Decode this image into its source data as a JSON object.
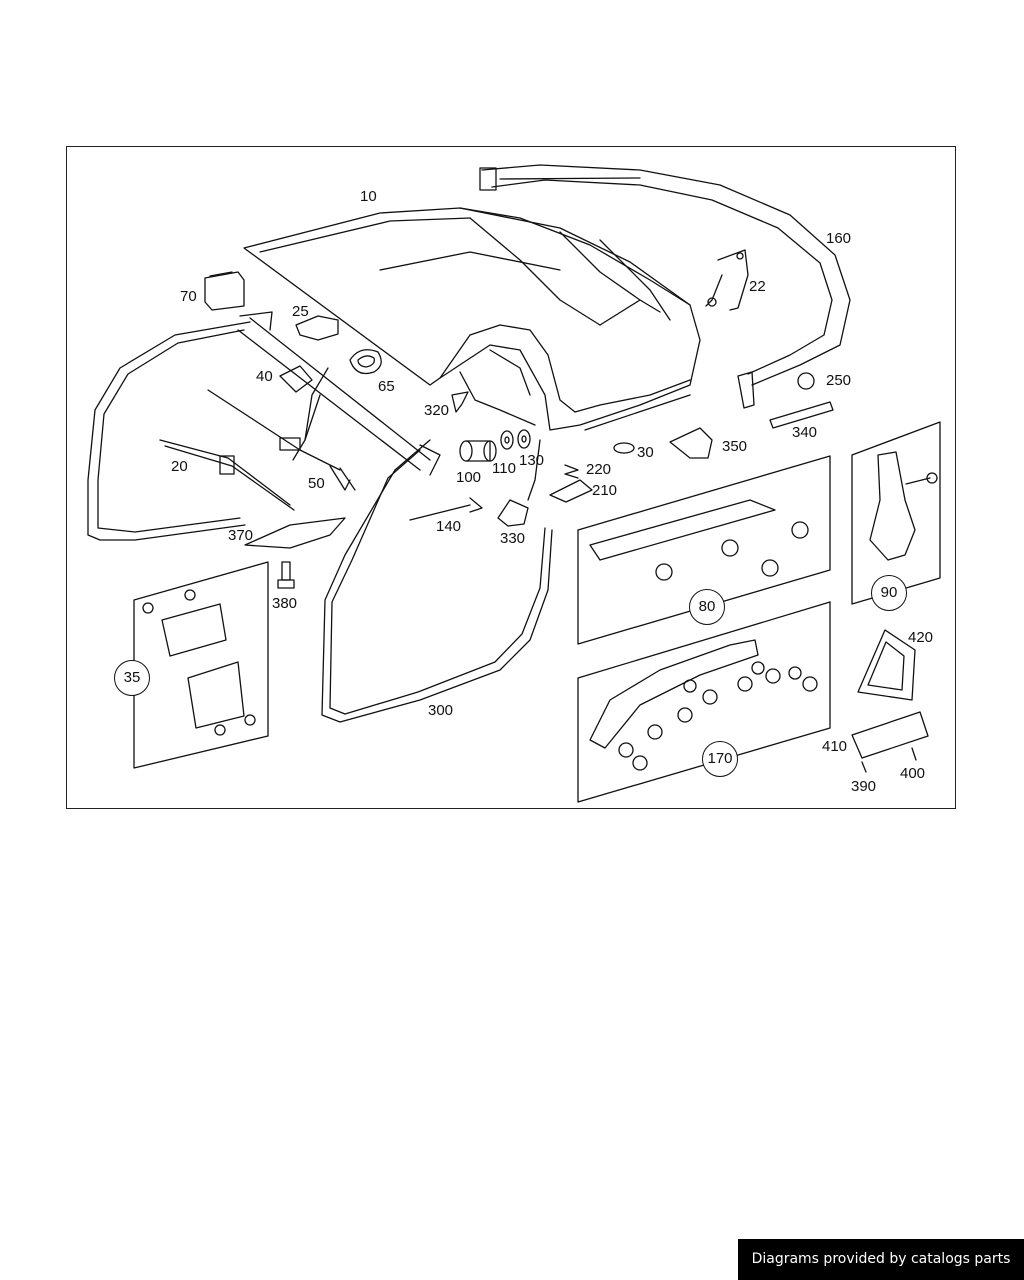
{
  "diagram": {
    "part_labels": {
      "p10": "10",
      "p160": "160",
      "p22": "22",
      "p70": "70",
      "p25": "25",
      "p65": "65",
      "p40": "40",
      "p320": "320",
      "p250": "250",
      "p340": "340",
      "p350": "350",
      "p30": "30",
      "p100": "100",
      "p110": "110",
      "p130": "130",
      "p220": "220",
      "p210": "210",
      "p20": "20",
      "p50": "50",
      "p140": "140",
      "p330": "330",
      "p370": "370",
      "p380": "380",
      "p300": "300",
      "p420": "420",
      "p410": "410",
      "p390": "390",
      "p400": "400"
    },
    "group_labels": {
      "g35": "35",
      "g80": "80",
      "g90": "90",
      "g170": "170"
    }
  },
  "footer": {
    "credit": "Diagrams provided by catalogs parts"
  },
  "colors": {
    "line": "#111111",
    "banner_bg": "#000000",
    "banner_text": "#ffffff"
  }
}
